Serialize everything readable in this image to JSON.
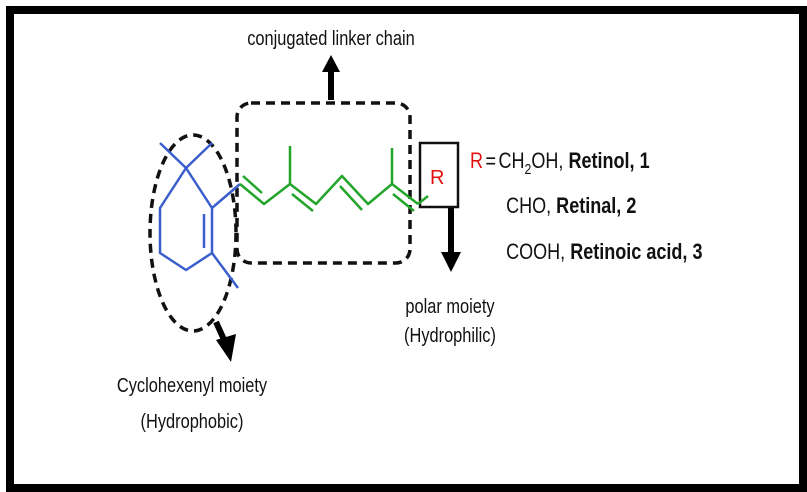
{
  "labels": {
    "linker": "conjugated linker chain",
    "polar_line1": "polar moiety",
    "polar_line2": "(Hydrophilic)",
    "cyclo_line1": "Cyclohexenyl moiety",
    "cyclo_line2": "(Hydrophobic)",
    "r_atom": "R"
  },
  "legend": {
    "r_symbol": "R",
    "equals": "=",
    "row1": {
      "formula_pre": "CH",
      "formula_sub": "2",
      "formula_post": "OH, ",
      "name": "Retinol",
      "num": ", 1"
    },
    "row2": {
      "formula": "CHO, ",
      "name": "Retinal,",
      "num": " 2"
    },
    "row3": {
      "formula": "COOH, ",
      "name": "Retinoic acid",
      "num": ", 3"
    }
  },
  "colors": {
    "ring": "#3a5fcd",
    "chain": "#22a52a",
    "r_group": "#e01010",
    "outline": "#111111"
  }
}
